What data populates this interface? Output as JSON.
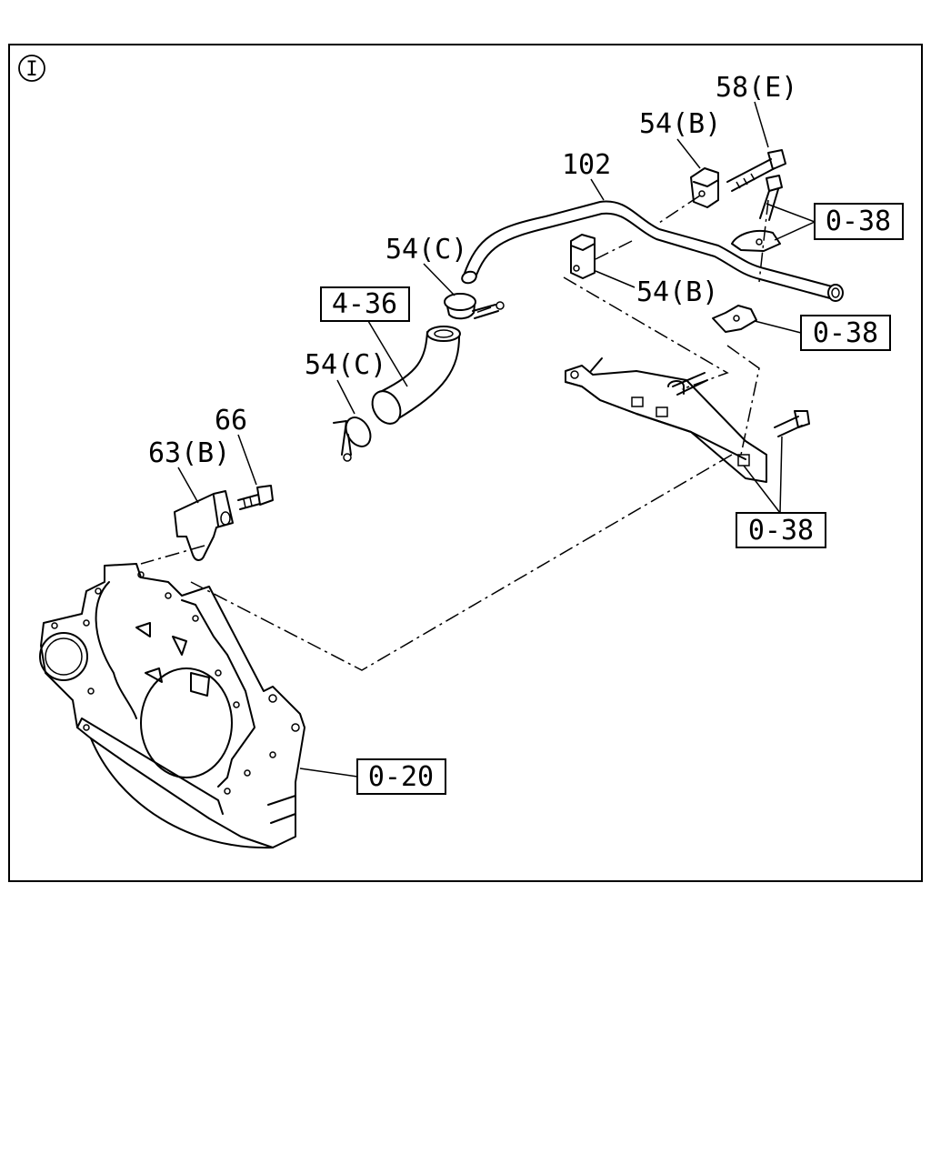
{
  "diagram": {
    "view_marker": "I",
    "labels": {
      "p58e": "58(E)",
      "p54b_top": "54(B)",
      "p102": "102",
      "p54c_upper": "54(C)",
      "p54b_mid": "54(B)",
      "p4_36": "4-36",
      "p54c_lower": "54(C)",
      "p66": "66",
      "p63b": "63(B)",
      "p0_38_a": "0-38",
      "p0_38_b": "0-38",
      "p0_38_c": "0-38",
      "p0_20": "0-20"
    }
  }
}
